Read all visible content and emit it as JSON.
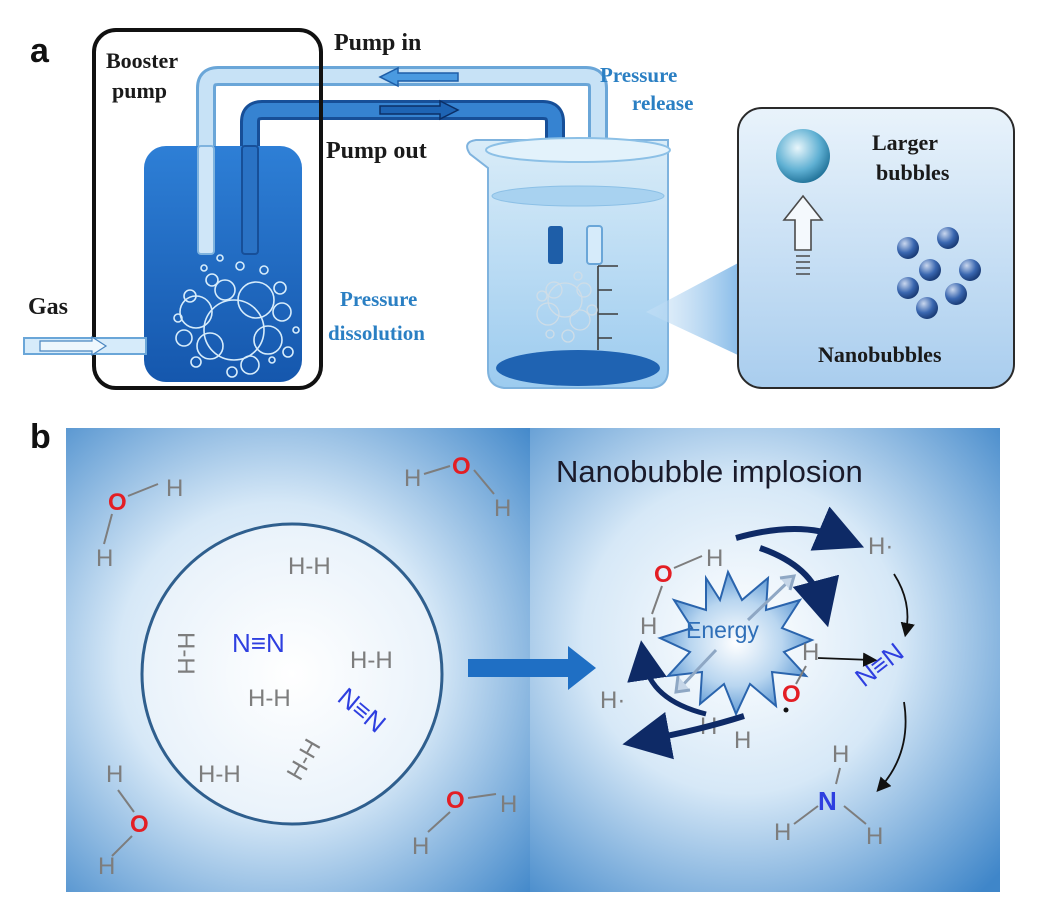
{
  "panels": {
    "a": {
      "letter": "a",
      "booster_pump": [
        "Booster",
        "pump"
      ],
      "pump_in": "Pump in",
      "pump_out": "Pump out",
      "pressure_release": [
        "Pressure",
        "release"
      ],
      "gas": "Gas",
      "pressure_dissolution": [
        "Pressure",
        "dissolution"
      ],
      "larger_bubbles": [
        "Larger",
        "bubbles"
      ],
      "nanobubbles": "Nanobubbles"
    },
    "b": {
      "letter": "b",
      "title": "Nanobubble implosion",
      "energy": "Energy",
      "hh": "H-H",
      "n2": "N≡N",
      "h": "H",
      "o": "O",
      "n": "N",
      "h_radical": "H·"
    }
  },
  "colors": {
    "tank": "#1f6fc4",
    "label_blue": "#2a7fc3",
    "oxygen": "#e31e24",
    "nitrogen": "#2e3fe0",
    "atom_grey": "#7d7d7d",
    "arrow_navy": "#0e2a66"
  }
}
